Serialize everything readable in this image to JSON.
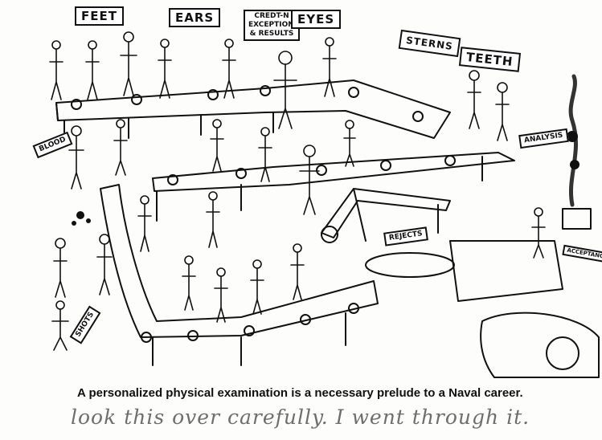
{
  "signs": {
    "feet": "FEET",
    "ears": "EARS",
    "eyes": "EYES",
    "stern": "STERNS",
    "teeth": "TEETH",
    "blood": "BLOOD",
    "analysis": "ANALYSIS",
    "rejects": "REJECTS",
    "shots": "SHOTS",
    "acceptance": "ACCEPTANCE",
    "credentials_line1": "CREDT-N",
    "credentials_line2": "EXCEPTIONS",
    "credentials_line3": "& RESULTS"
  },
  "caption": "A personalized physical examination is a necessary prelude to a Naval career.",
  "handwritten_note": "look this over carefully. I went through it."
}
